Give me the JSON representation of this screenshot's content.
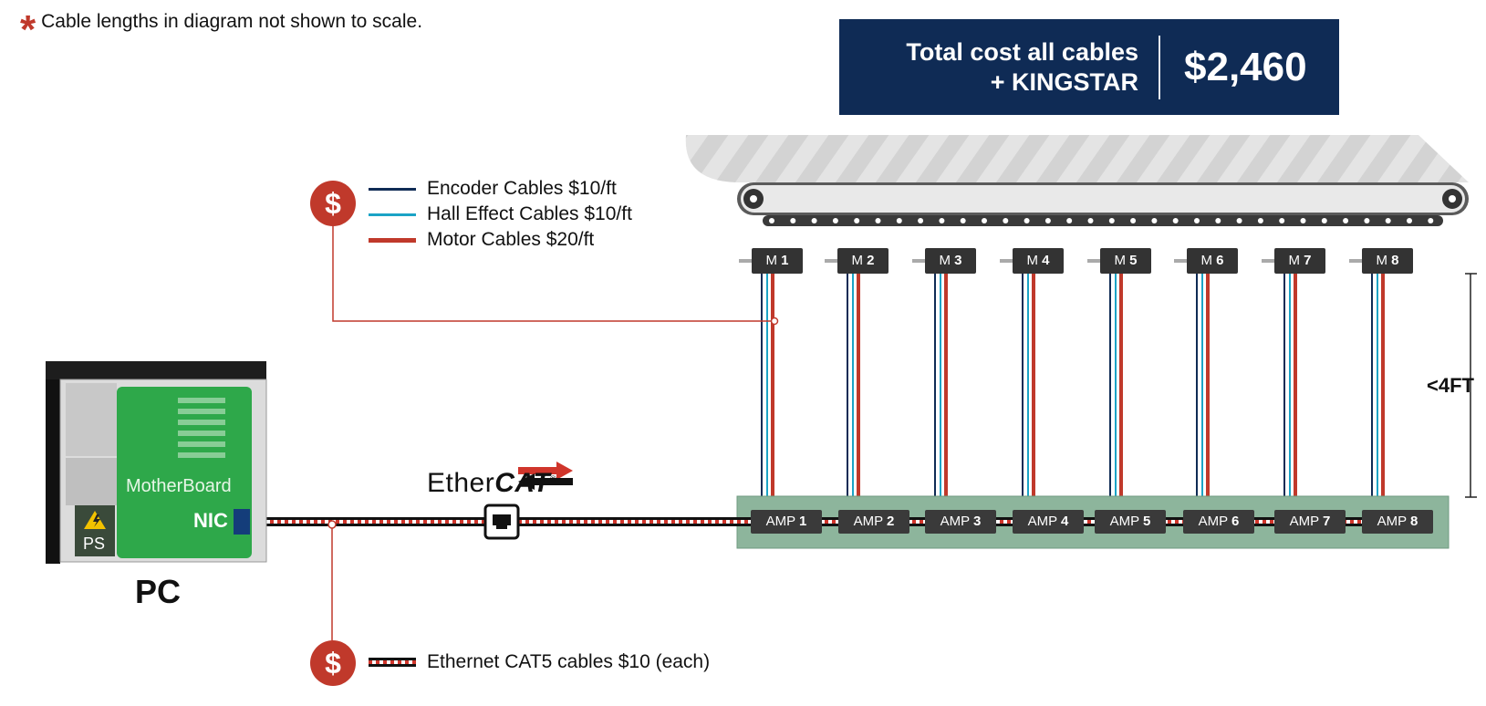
{
  "note": {
    "text": "Cable lengths in diagram not shown to scale.",
    "icon": "asterisk-icon"
  },
  "cost": {
    "label_line1": "Total cost all cables",
    "label_line2": "+ KINGSTAR",
    "value": "$2,460",
    "bg_color": "#0f2b55"
  },
  "legend": {
    "dollar_symbol": "$",
    "items": [
      {
        "label": "Encoder Cables $10/ft",
        "color": "#0f2b55"
      },
      {
        "label": "Hall Effect Cables $10/ft",
        "color": "#1ba3c6"
      },
      {
        "label": "Motor Cables $20/ft",
        "color": "#c0392b"
      }
    ]
  },
  "ethernet_legend": {
    "label": "Ethernet CAT5 cables $10 (each)",
    "dollar_symbol": "$"
  },
  "pc": {
    "label": "PC",
    "motherboard_label": "MotherBoard",
    "nic_label": "NIC",
    "ps_label": "PS"
  },
  "ethercat": {
    "text_regular": "Ether",
    "text_bold": "CAT",
    "mark": "®"
  },
  "height_label": "<4FT",
  "motors": [
    {
      "prefix": "M",
      "number": "1"
    },
    {
      "prefix": "M",
      "number": "2"
    },
    {
      "prefix": "M",
      "number": "3"
    },
    {
      "prefix": "M",
      "number": "4"
    },
    {
      "prefix": "M",
      "number": "5"
    },
    {
      "prefix": "M",
      "number": "6"
    },
    {
      "prefix": "M",
      "number": "7"
    },
    {
      "prefix": "M",
      "number": "8"
    }
  ],
  "amps": [
    {
      "prefix": "AMP",
      "number": "1"
    },
    {
      "prefix": "AMP",
      "number": "2"
    },
    {
      "prefix": "AMP",
      "number": "3"
    },
    {
      "prefix": "AMP",
      "number": "4"
    },
    {
      "prefix": "AMP",
      "number": "5"
    },
    {
      "prefix": "AMP",
      "number": "6"
    },
    {
      "prefix": "AMP",
      "number": "7"
    },
    {
      "prefix": "AMP",
      "number": "8"
    }
  ],
  "colors": {
    "accent_red": "#c0392b",
    "board_green": "#2ea84a",
    "amp_panel": "#8db59c",
    "dark": "#2c2c2c"
  }
}
